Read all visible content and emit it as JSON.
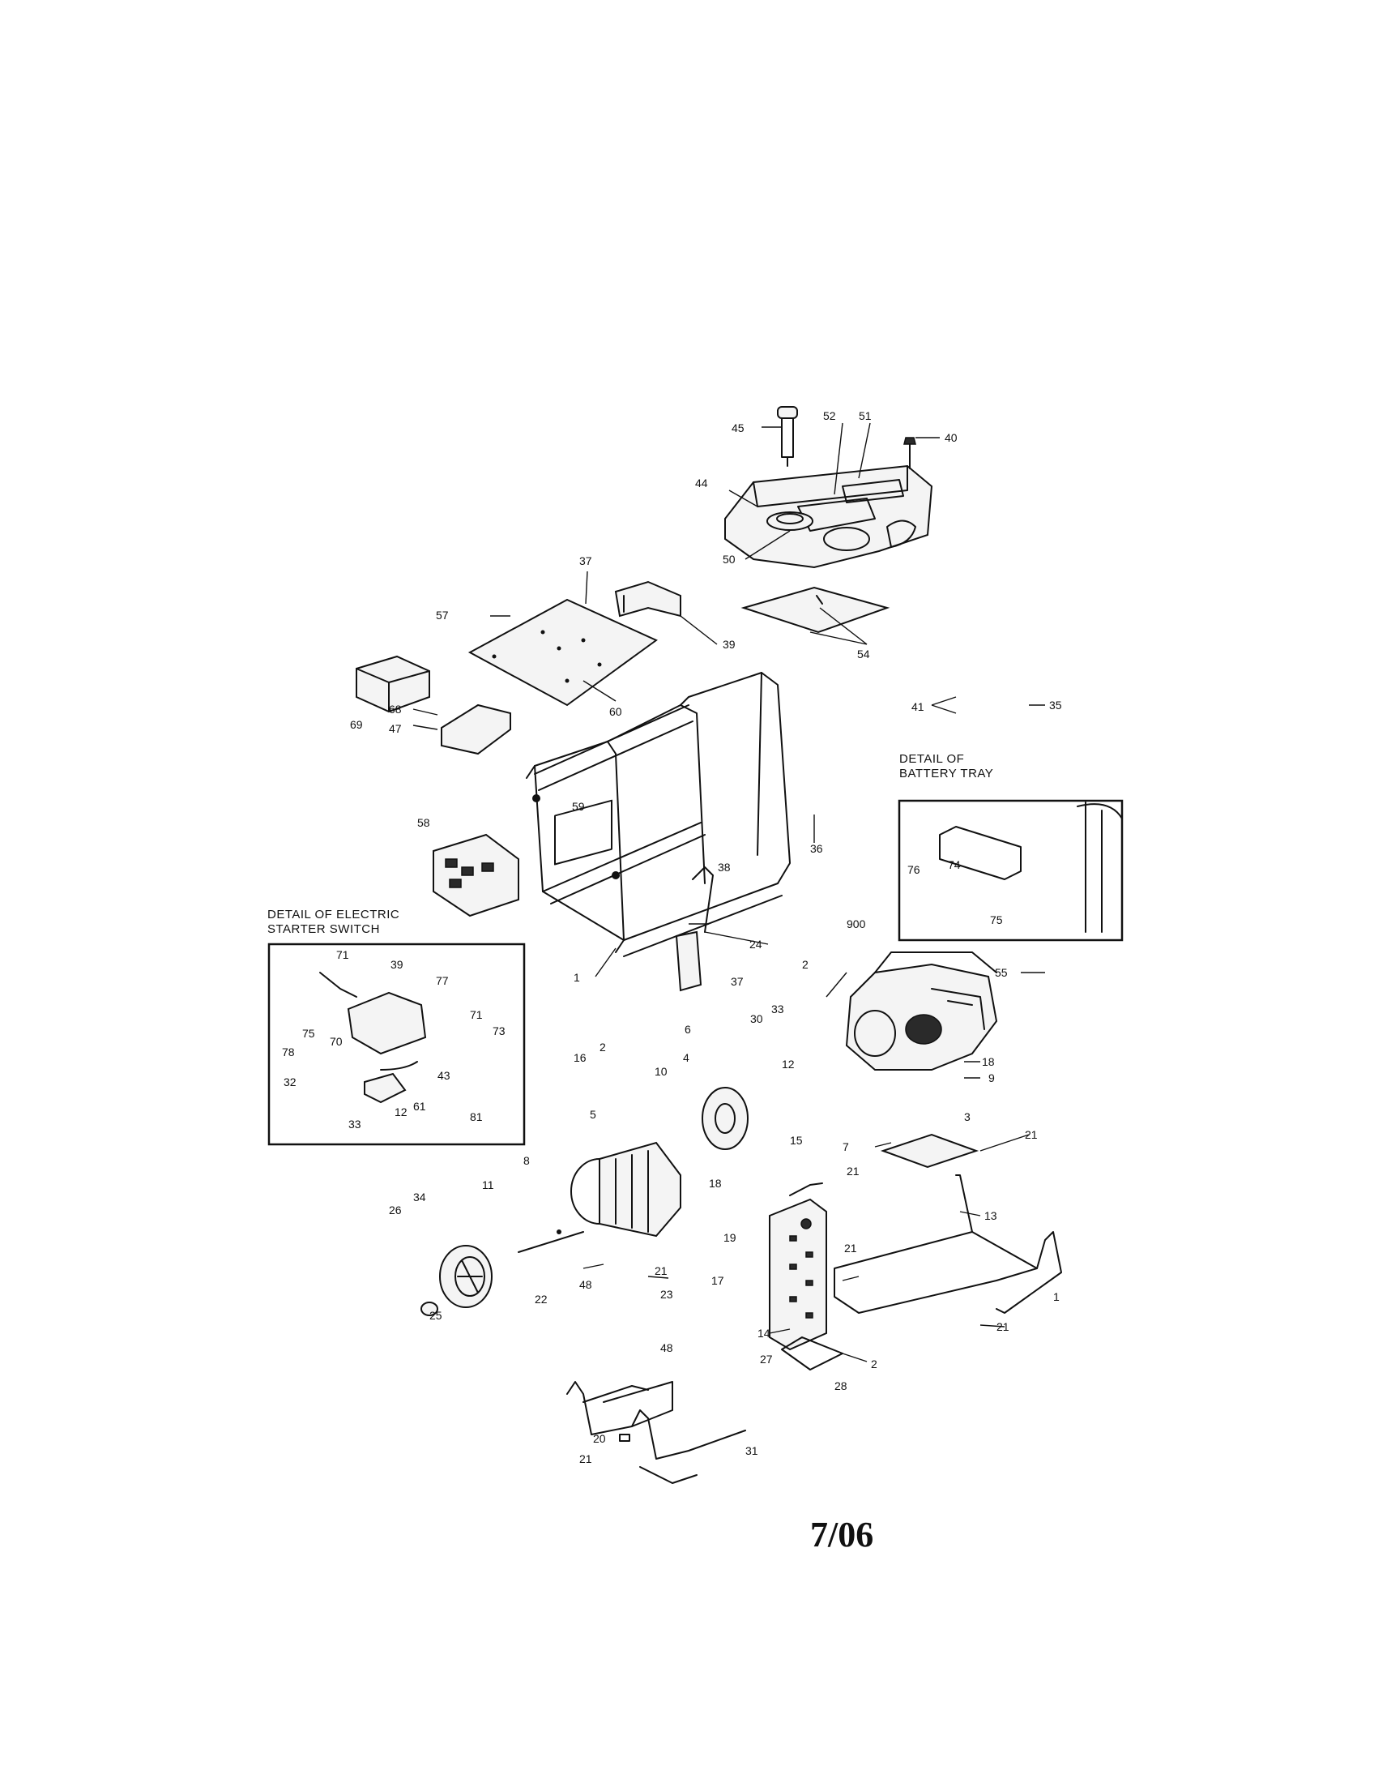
{
  "callouts": [
    {
      "id": "c45",
      "label": "45"
    },
    {
      "id": "c52",
      "label": "52"
    },
    {
      "id": "c51",
      "label": "51"
    },
    {
      "id": "c40",
      "label": "40"
    },
    {
      "id": "c44",
      "label": "44"
    },
    {
      "id": "c50",
      "label": "50"
    },
    {
      "id": "c54",
      "label": "54"
    },
    {
      "id": "c37a",
      "label": "37"
    },
    {
      "id": "c57",
      "label": "57"
    },
    {
      "id": "c39a",
      "label": "39"
    },
    {
      "id": "c60",
      "label": "60"
    },
    {
      "id": "c69",
      "label": "69"
    },
    {
      "id": "c68",
      "label": "68"
    },
    {
      "id": "c47",
      "label": "47"
    },
    {
      "id": "c41",
      "label": "41"
    },
    {
      "id": "c35",
      "label": "35"
    },
    {
      "id": "c58",
      "label": "58"
    },
    {
      "id": "c59",
      "label": "59"
    },
    {
      "id": "c36",
      "label": "36"
    },
    {
      "id": "c38",
      "label": "38"
    },
    {
      "id": "c24",
      "label": "24"
    },
    {
      "id": "c1a",
      "label": "1"
    },
    {
      "id": "c37b",
      "label": "37"
    },
    {
      "id": "c76",
      "label": "76"
    },
    {
      "id": "c74",
      "label": "74"
    },
    {
      "id": "c75b",
      "label": "75"
    },
    {
      "id": "c900",
      "label": "900"
    },
    {
      "id": "c55",
      "label": "55"
    },
    {
      "id": "c2a",
      "label": "2"
    },
    {
      "id": "c33a",
      "label": "33"
    },
    {
      "id": "c30",
      "label": "30"
    },
    {
      "id": "c12a",
      "label": "12"
    },
    {
      "id": "c18a",
      "label": "18"
    },
    {
      "id": "c9",
      "label": "9"
    },
    {
      "id": "c3",
      "label": "3"
    },
    {
      "id": "c6",
      "label": "6"
    },
    {
      "id": "c16",
      "label": "16"
    },
    {
      "id": "c2b",
      "label": "2"
    },
    {
      "id": "c10",
      "label": "10"
    },
    {
      "id": "c4",
      "label": "4"
    },
    {
      "id": "c5",
      "label": "5"
    },
    {
      "id": "c7",
      "label": "7"
    },
    {
      "id": "c21a",
      "label": "21"
    },
    {
      "id": "c21b",
      "label": "21"
    },
    {
      "id": "c13",
      "label": "13"
    },
    {
      "id": "c15",
      "label": "15"
    },
    {
      "id": "c18b",
      "label": "18"
    },
    {
      "id": "c19",
      "label": "19"
    },
    {
      "id": "c17",
      "label": "17"
    },
    {
      "id": "c21c",
      "label": "21"
    },
    {
      "id": "c1b",
      "label": "1"
    },
    {
      "id": "c21d",
      "label": "21"
    },
    {
      "id": "c14",
      "label": "14"
    },
    {
      "id": "c2c",
      "label": "2"
    },
    {
      "id": "c27",
      "label": "27"
    },
    {
      "id": "c28",
      "label": "28"
    },
    {
      "id": "c11",
      "label": "11"
    },
    {
      "id": "c8",
      "label": "8"
    },
    {
      "id": "c26",
      "label": "26"
    },
    {
      "id": "c34",
      "label": "34"
    },
    {
      "id": "c25",
      "label": "25"
    },
    {
      "id": "c22",
      "label": "22"
    },
    {
      "id": "c48a",
      "label": "48"
    },
    {
      "id": "c21e",
      "label": "21"
    },
    {
      "id": "c23",
      "label": "23"
    },
    {
      "id": "c48b",
      "label": "48"
    },
    {
      "id": "c31",
      "label": "31"
    },
    {
      "id": "c20",
      "label": "20"
    },
    {
      "id": "c21f",
      "label": "21"
    },
    {
      "id": "c71a",
      "label": "71"
    },
    {
      "id": "c39b",
      "label": "39"
    },
    {
      "id": "c77",
      "label": "77"
    },
    {
      "id": "c71b",
      "label": "71"
    },
    {
      "id": "c73",
      "label": "73"
    },
    {
      "id": "c75",
      "label": "75"
    },
    {
      "id": "c70",
      "label": "70"
    },
    {
      "id": "c78",
      "label": "78"
    },
    {
      "id": "c43",
      "label": "43"
    },
    {
      "id": "c32",
      "label": "32"
    },
    {
      "id": "c12b",
      "label": "12"
    },
    {
      "id": "c61",
      "label": "61"
    },
    {
      "id": "c81",
      "label": "81"
    },
    {
      "id": "c33b",
      "label": "33"
    }
  ],
  "details": {
    "battery_tray": {
      "line1": "DETAIL OF",
      "line2": "BATTERY TRAY"
    },
    "starter_switch": {
      "line1": "DETAIL OF ELECTRIC",
      "line2": "STARTER SWITCH"
    }
  },
  "revision": "7/06"
}
